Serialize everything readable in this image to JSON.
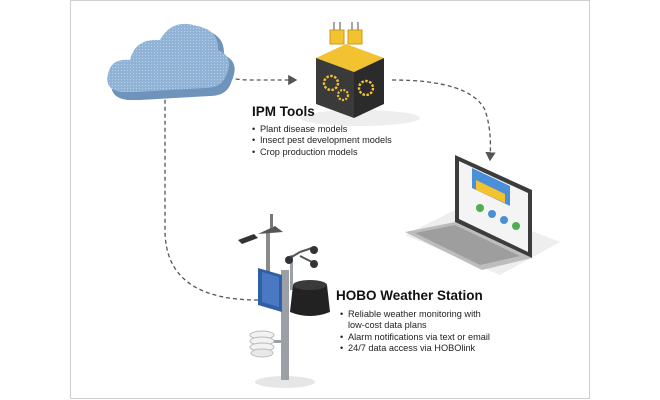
{
  "ipm": {
    "title": "IPM Tools",
    "items": [
      "Plant disease models",
      "Insect pest development models",
      "Crop production models"
    ]
  },
  "station": {
    "title": "HOBO Weather Station",
    "items": [
      "Reliable weather monitoring with",
      "low-cost data plans",
      "Alarm notifications via text or email",
      "24/7 data access via HOBOlink"
    ]
  },
  "icons": {
    "cloud": "cloud-icon",
    "gateway": "gateway-box-icon",
    "laptop": "laptop-icon",
    "weather_station": "weather-station-icon"
  },
  "colors": {
    "cloud": "#8fb2d6",
    "gateway_yellow": "#f2c230",
    "gateway_body": "#3f3f3f",
    "arrow": "#555555"
  }
}
